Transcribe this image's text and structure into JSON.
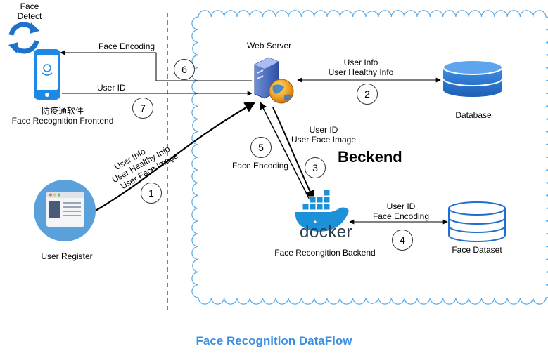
{
  "title": "Face Recognition DataFlow",
  "backend_region_label": "Beckend",
  "colors": {
    "accent": "#3b8fe0",
    "cloud_stroke": "#5aa9e6",
    "db": "#2a78d6",
    "phone": "#1e88e5"
  },
  "nodes": {
    "face_detect": {
      "label_line1": "Face",
      "label_line2": "Detect",
      "icon": "refresh-icon"
    },
    "frontend": {
      "label_line1": "防疫通软件",
      "label_line2": "Face Recognition Frontend",
      "icon": "smartphone-icon"
    },
    "web_server": {
      "label": "Web Server",
      "icon": "server-globe-icon"
    },
    "database": {
      "label": "Database",
      "icon": "database-icon"
    },
    "docker_backend": {
      "logo_text": "docker",
      "label": "Face Recongition Backend",
      "icon": "docker-whale-icon"
    },
    "face_dataset": {
      "label": "Face Dataset",
      "icon": "database-outline-icon"
    },
    "user_register": {
      "label": "User Register",
      "icon": "browser-window-icon"
    }
  },
  "edges": {
    "e6": {
      "step": "6",
      "label": "Face Encoding"
    },
    "e7": {
      "step": "7",
      "label": "User ID"
    },
    "e2": {
      "step": "2",
      "label_line1": "User Info",
      "label_line2": "User Healthy Info"
    },
    "e1": {
      "step": "1",
      "label_line1": "User Info",
      "label_line2": "User Healthy Info",
      "label_line3": "User Face Image"
    },
    "e3": {
      "step": "3",
      "label_line1": "User ID",
      "label_line2": "User Face Image"
    },
    "e5": {
      "step": "5",
      "label": "Face Encoding"
    },
    "e4": {
      "step": "4",
      "label_line1": "User ID",
      "label_line2": "Face Encoding"
    }
  }
}
